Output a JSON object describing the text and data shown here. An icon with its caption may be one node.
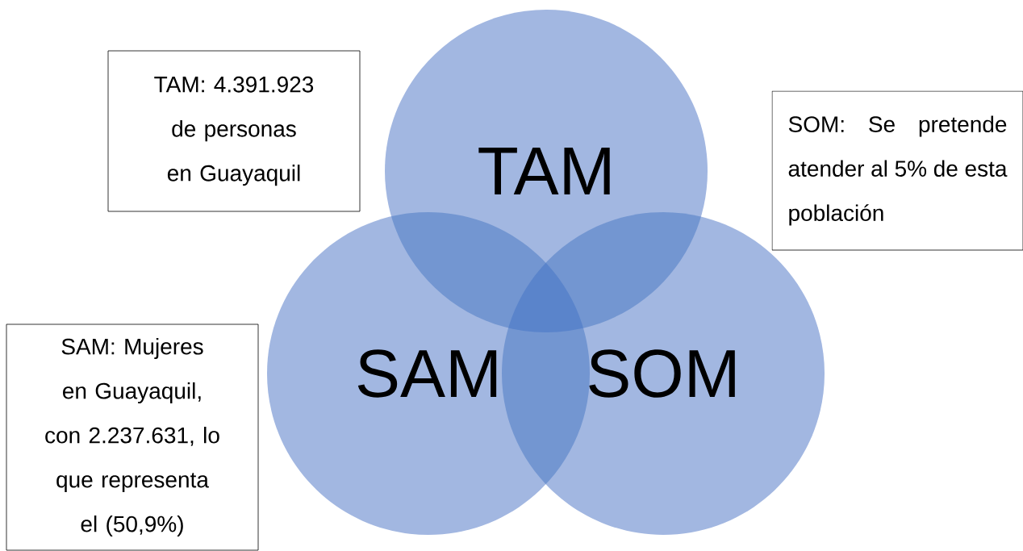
{
  "diagram": {
    "nodes": [
      {
        "text": [
          "TAM: 4.391.923 de personas en Guayaquil"
        ]
      },
      {
        "text": [
          "TAM"
        ]
      },
      {
        "text": [
          "SOM: Se pretende atender al 5% de esta población"
        ]
      },
      {
        "text": [
          "SAM: Mujeres en Guayaquil, con 2.237.631, lo que representa el (50,9%)"
        ]
      },
      {
        "text": [
          "SAM"
        ]
      },
      {
        "text": [
          "SOM"
        ]
      }
    ]
  }
}
